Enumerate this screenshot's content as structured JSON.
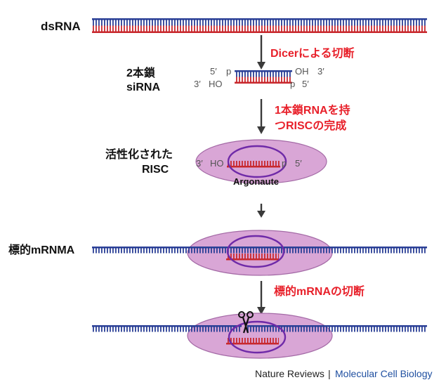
{
  "colors": {
    "blue_strand": "#2a3f96",
    "red_strand": "#c8282d",
    "red_text": "#e8202a",
    "arrow": "#3a3a3a",
    "risc_fill": "#d9a6d6",
    "risc_stroke": "#a46aa6",
    "argonaute_ring": "#6f2aa8",
    "credit_blue": "#1f4fa0",
    "terminal_text": "#555555"
  },
  "labels": {
    "dsrna": "dsRNA",
    "sirna_line1": "2本鎖",
    "sirna_line2": "siRNA",
    "risc_line1": "活性化された",
    "risc_line2": "RISC",
    "target": "標的mRNMA"
  },
  "steps": {
    "dicer": "Dicerによる切断",
    "risc_form_line1": "1本鎖RNAを持",
    "risc_form_line2": "つRISCの完成",
    "cleave": "標的mRNAの切断"
  },
  "termini": {
    "top_5p": "5′",
    "top_p": "p",
    "top_oh": "OH",
    "top_3p": "3′",
    "bot_3p": "3′",
    "bot_ho": "HO",
    "bot_p": "p",
    "bot_5p": "5′"
  },
  "risc_termini": {
    "left_3p": "3′",
    "ho": "HO",
    "p": "p",
    "right_5p": "5′"
  },
  "argonaute": "Argonaute",
  "credit": {
    "journal": "Nature Reviews",
    "separator": "|",
    "section": "Molecular Cell Biology"
  },
  "icons": {
    "scissors": "scissors-icon"
  }
}
